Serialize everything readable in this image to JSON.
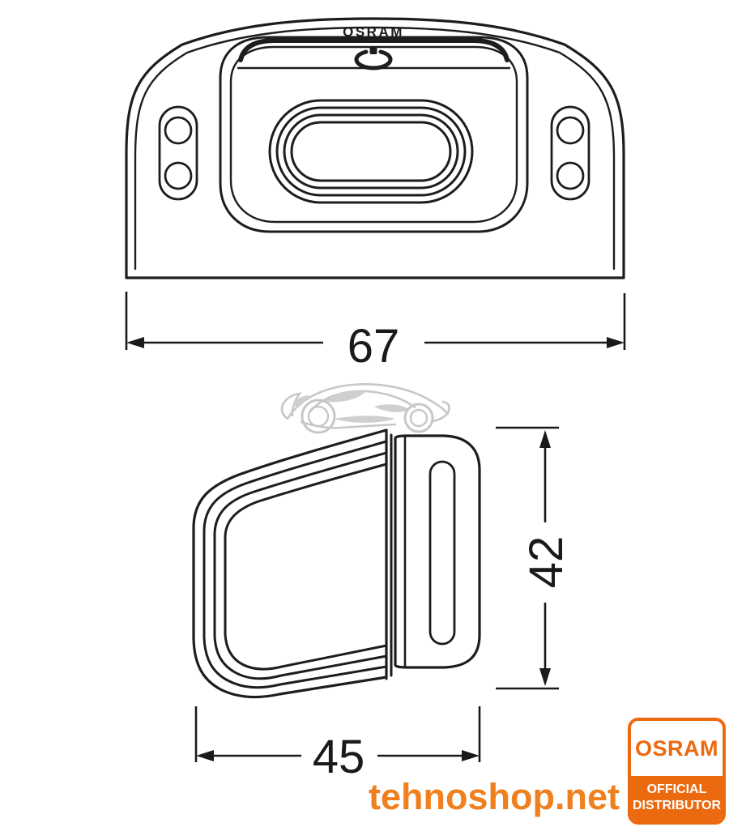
{
  "diagram": {
    "type": "technical-dimension-drawing",
    "product_brand_label": "OSRAM",
    "views": {
      "front_view": "lamp front with lens, power button and mounting tabs",
      "side_view": "lamp profile with mounting bracket slot"
    },
    "dimensions": {
      "width": "67",
      "height": "42",
      "depth": "45"
    },
    "icons": {
      "power": "power-icon",
      "car": "car-watermark-icon"
    },
    "colors": {
      "line": "#1d1d1b",
      "dimension_text": "#1a1a1a",
      "car_watermark_gray": "#c9c9c9"
    }
  },
  "watermark": {
    "site": "tehnoshop.net",
    "color": "#f0801e"
  },
  "badge": {
    "brand": "OSRAM",
    "line1": "OFFICIAL",
    "line2": "DISTRIBUTOR",
    "orange": "#eb6a10"
  }
}
